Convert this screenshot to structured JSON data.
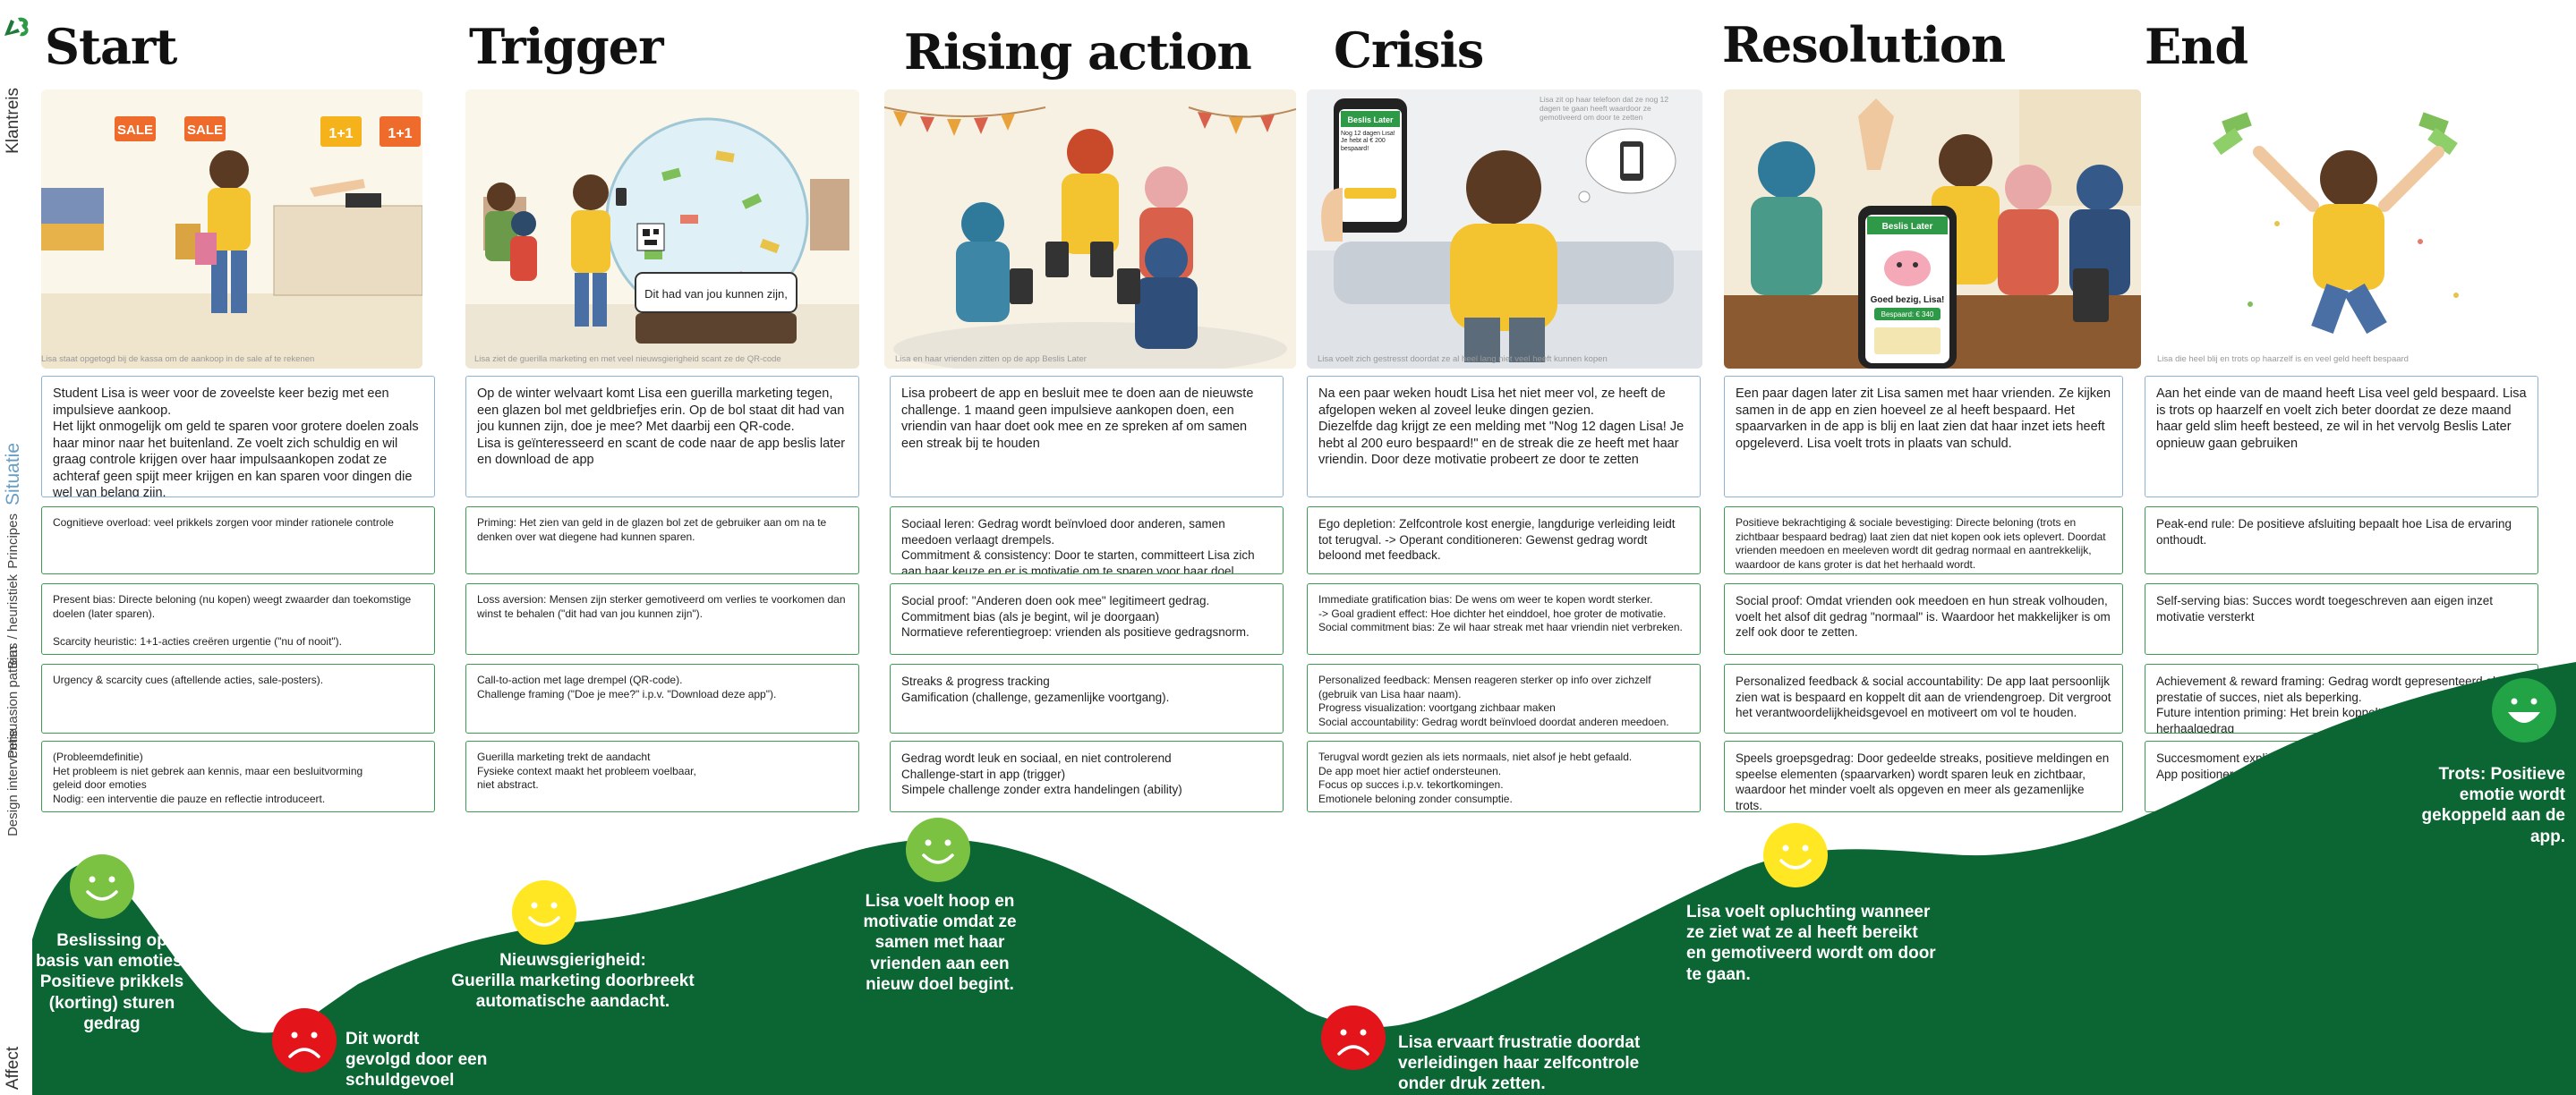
{
  "phases": [
    {
      "title": "Start",
      "caption": "Lisa staat opgetogd bij de kassa om de aankoop in de sale af te rekenen",
      "situation": "Student Lisa is weer voor de zoveelste keer bezig met een impulsieve aankoop.\nHet lijkt onmogelijk om geld te sparen voor grotere doelen zoals haar minor naar het buitenland. Ze voelt zich schuldig en wil graag controle krijgen over haar impulsaankopen zodat ze achteraf geen spijt meer krijgen en kan sparen voor dingen die wel van belang zijn.",
      "principles": "Cognitieve overload: veel prikkels zorgen voor minder rationele controle",
      "bias": "Present bias: Directe beloning (nu kopen) weegt zwaarder dan toekomstige doelen (later sparen).\n\nScarcity heuristic: 1+1-acties creëren urgentie (\"nu of nooit\").",
      "persuasion": "Urgency & scarcity cues (aftellende acties, sale-posters).",
      "design": "(Probleemdefinitie)\nHet probleem is niet gebrek aan kennis, maar een besluitvorming\ngeleid door emoties\nNodig: een interventie die pauze en reflectie introduceert."
    },
    {
      "title": "Trigger",
      "caption": "Lisa ziet de guerilla marketing en met veel nieuwsgierigheid scant ze de QR-code",
      "situation": "Op de winter welvaart komt Lisa een guerilla marketing tegen, een glazen bol met geldbriefjes erin. Op de bol staat dit had van jou kunnen zijn, doe je mee? Met daarbij een QR-code.\nLisa is geïnteresseerd en scant de code naar de app beslis later en download de app",
      "principles": "Priming: Het zien van geld in de glazen bol zet de gebruiker aan om na te denken over wat diegene had kunnen sparen.",
      "bias": "Loss aversion: Mensen zijn sterker gemotiveerd om verlies te voorkomen dan winst te behalen (\"dit had van jou kunnen zijn\").",
      "persuasion": "Call-to-action met lage drempel (QR-code).\nChallenge framing (\"Doe je mee?\" i.p.v. \"Download deze app\").",
      "design": "Guerilla marketing trekt de aandacht\nFysieke context maakt het probleem voelbaar,\nniet abstract."
    },
    {
      "title": "Rising action",
      "caption": "Lisa en haar vrienden zitten op de app Beslis Later",
      "situation": "Lisa probeert de app en besluit mee te doen aan de nieuwste challenge. 1 maand geen impulsieve aankopen doen, een vriendin van haar doet ook mee en ze spreken af om samen een streak bij te houden",
      "principles": "Sociaal leren: Gedrag wordt beïnvloed door anderen, samen meedoen verlaagt drempels.\nCommitment & consistency: Door te starten, committeert Lisa zich aan haar keuze en er is motivatie om te sparen voor haar doel",
      "bias": "Social proof: \"Anderen doen ook mee\" legitimeert gedrag.\nCommitment bias (als je begint, wil je doorgaan)\nNormatieve referentiegroep: vrienden als positieve gedragsnorm.",
      "persuasion": "Streaks & progress tracking\nGamification (challenge, gezamenlijke voortgang).",
      "design": "Gedrag wordt leuk en sociaal, en niet controlerend\nChallenge-start in app (trigger)\nSimpele challenge zonder extra handelingen (ability)"
    },
    {
      "title": "Crisis",
      "caption": "Lisa voelt zich gestresst doordat ze al heel lang niet veel heeft kunnen kopen",
      "illus_text": "Lisa zit op haar telefoon dat ze nog 12 dagen te gaan heeft waardoor ze gemotiveerd om door te zetten",
      "situation": "Na een paar weken houdt Lisa het niet meer vol, ze heeft de afgelopen weken al zoveel leuke dingen gezien.\nDiezelfde dag krijgt ze een melding met \"Nog 12 dagen Lisa! Je hebt al 200 euro bespaard!\" en de streak die ze heeft met haar vriendin. Door deze motivatie probeert ze door te zetten",
      "principles": "Ego depletion: Zelfcontrole kost energie, langdurige verleiding leidt tot terugval. -> Operant conditioneren: Gewenst gedrag wordt beloond met feedback.",
      "bias": "Immediate gratification bias: De wens om weer te kopen wordt sterker.\n-> Goal gradient effect: Hoe dichter het einddoel, hoe groter de motivatie.\nSocial commitment bias: Ze wil haar streak met haar vriendin niet verbreken.",
      "persuasion": "Personalized feedback: Mensen reageren sterker op info over zichzelf (gebruik van Lisa haar naam).\nProgress visualization: voortgang zichbaar maken\nSocial accountability: Gedrag wordt beïnvloed doordat anderen meedoen.",
      "design": "Terugval wordt gezien als iets normaals, niet alsof je hebt gefaald.\nDe app moet hier actief ondersteunen.\nFocus op succes i.p.v. tekortkomingen.\nEmotionele beloning zonder consumptie."
    },
    {
      "title": "Resolution",
      "caption": "",
      "situation": "Een paar dagen later zit Lisa samen met haar vrienden. Ze kijken samen in de app en zien hoeveel ze al heeft bespaard. Het spaarvarken in de app is blij en laat zien dat haar inzet iets heeft opgeleverd. Lisa voelt trots in plaats van schuld.",
      "principles": "Positieve bekrachtiging & sociale bevestiging: Directe beloning (trots en zichtbaar bespaard bedrag) laat zien dat niet kopen ook iets oplevert. Doordat vrienden meedoen en meeleven wordt dit gedrag normaal en aantrekkelijk, waardoor de kans groter is dat het herhaald wordt.",
      "bias": "Social proof: Omdat vrienden ook meedoen en hun streak volhouden, voelt het alsof dit gedrag \"normaal\" is. Waardoor het makkelijker is om zelf ook door te zetten.",
      "persuasion": "Personalized feedback & social accountability: De app laat persoonlijk zien wat is bespaard en koppelt dit aan de vriendengroep. Dit vergroot het verantwoordelijkheidsgevoel en motiveert om vol te houden.",
      "design": "Speels groepsgedrag: Door gedeelde streaks, positieve meldingen en speelse elementen (spaarvarken) wordt sparen leuk en zichtbaar, waardoor het minder voelt als opgeven en meer als gezamenlijke trots."
    },
    {
      "title": "End",
      "caption": "Lisa die heel blij en trots op haarzelf is en veel geld heeft bespaard",
      "situation": "Aan het einde van de maand heeft Lisa veel geld bespaard. Lisa is trots op haarzelf en voelt zich beter doordat ze deze maand haar geld slim heeft besteed, ze wil in het vervolg Beslis Later opnieuw gaan gebruiken",
      "principles": "Peak-end rule: De positieve afsluiting bepaalt hoe Lisa de ervaring onthoudt.",
      "bias": "Self-serving bias: Succes wordt toegeschreven aan eigen inzet motivatie versterkt",
      "persuasion": "Achievement & reward framing: Gedrag wordt gepresenteerd als een prestatie of succes, niet als beperking.\nFuture intention priming: Het brein koppelt positieve emotie aan herhaalgedrag",
      "design": "Succesmoment expliciet maken.\nApp positioneren als ondersteuner, niet als controlerend"
    }
  ],
  "row_labels": {
    "klantreis": "Klantreis",
    "situatie": "Situatie",
    "principes": "Principes",
    "bias": "Bias /\nheuristiek",
    "persuasion": "Persuasion\npattern",
    "design": "Design\ninterventie",
    "affect": "Affect"
  },
  "illustration_text": {
    "sale1": "SALE",
    "sale2": "SALE",
    "deal1": "1+1",
    "deal2": "1+1",
    "globe_sign": "Dit had van jou kunnen zijn,",
    "app_name1": "Beslis Later",
    "app_name2": "Beslis Later",
    "phone_msg": "Nog 12 dagen Lisa! Je hebt al € 200 bespaard!",
    "good_job": "Goed bezig, Lisa!",
    "saved": "Bespaard: € 340"
  },
  "affect": {
    "colors": {
      "curve": "#0b6634",
      "green_face": "#7cc242",
      "yellow_face": "#ffe823",
      "red_face": "#e3141a",
      "dark_green_face": "#22a346"
    },
    "points": [
      {
        "mood": "positive",
        "text": "Beslissing op\nbasis van emoties:\nPositieve prikkels\n(korting) sturen\ngedrag"
      },
      {
        "mood": "negative",
        "text": "Dit wordt\ngevolgd door een\nschuldgevoel"
      },
      {
        "mood": "neutral",
        "text": "Nieuwsgierigheid:\nGuerilla marketing doorbreekt\nautomatische aandacht."
      },
      {
        "mood": "positive",
        "text": "Lisa voelt hoop en\nmotivatie omdat ze\nsamen met haar\nvrienden aan een\nnieuw doel begint."
      },
      {
        "mood": "negative",
        "text": "Lisa ervaart frustratie doordat\nverleidingen haar zelfcontrole\nonder druk zetten."
      },
      {
        "mood": "neutral",
        "text": "Lisa voelt opluchting wanneer\nze ziet wat ze al heeft bereikt\nen gemotiveerd wordt om door\nte gaan."
      },
      {
        "mood": "very-positive",
        "text": "Trots: Positieve\nemotie wordt\ngekoppeld aan de\napp."
      }
    ]
  }
}
